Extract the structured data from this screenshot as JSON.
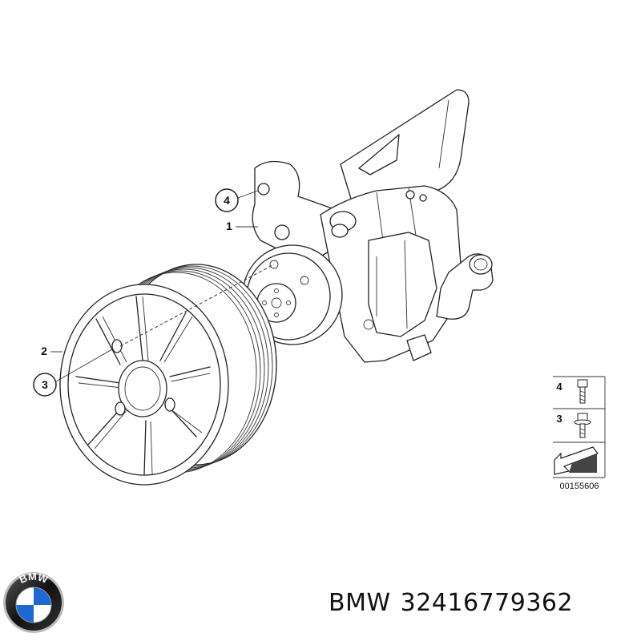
{
  "callouts": [
    {
      "number": "4"
    },
    {
      "number": "1"
    },
    {
      "number": "2"
    },
    {
      "number": "3"
    }
  ],
  "legend": {
    "items": [
      {
        "number": "4",
        "icon": "bolt-icon"
      },
      {
        "number": "3",
        "icon": "flange-bolt-icon"
      }
    ],
    "arrow_icon": "direction-arrow-icon",
    "diagram_code": "00155606"
  },
  "logo": {
    "text": "BMW",
    "colors": {
      "blue": "#1c69d4",
      "white": "#ffffff",
      "ring": "#111111"
    }
  },
  "caption": {
    "brand": "BMW",
    "part_number": "32416779362"
  }
}
